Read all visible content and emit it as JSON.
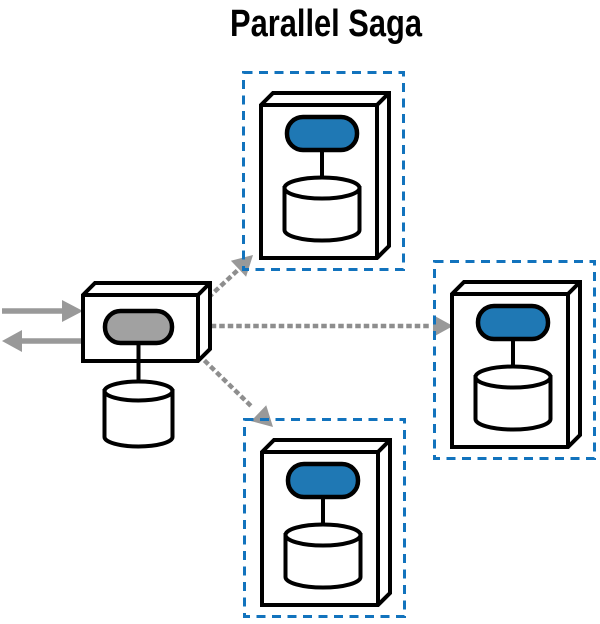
{
  "title": "Parallel Saga",
  "colors": {
    "service_fill_blue": "#1f78b4",
    "boundary_dashed_blue": "#1273bd",
    "coordinator_fill_gray": "#a1a1a1",
    "arrow_gray": "#999999",
    "dot_gray": "#8e8e8e",
    "outline_black": "#000000",
    "background_white": "#ffffff"
  },
  "diagram": {
    "kind": "parallel-saga-pattern",
    "coordinator": {
      "icon": "service-box-with-database-icon",
      "pill": "coordinator-pill-gray",
      "request_arrows": [
        "incoming-request-arrow",
        "outgoing-reply-arrow"
      ]
    },
    "services": [
      {
        "position": "top",
        "icon": "service-box-with-database-icon",
        "pill": "service-pill-blue",
        "boundary": "blue-dashed-transaction-boundary",
        "link": "dotted-arrow-from-coordinator"
      },
      {
        "position": "right",
        "icon": "service-box-with-database-icon",
        "pill": "service-pill-blue",
        "boundary": "blue-dashed-transaction-boundary",
        "link": "dotted-arrow-from-coordinator"
      },
      {
        "position": "bottom",
        "icon": "service-box-with-database-icon",
        "pill": "service-pill-blue",
        "boundary": "blue-dashed-transaction-boundary",
        "link": "dotted-arrow-from-coordinator"
      }
    ]
  }
}
